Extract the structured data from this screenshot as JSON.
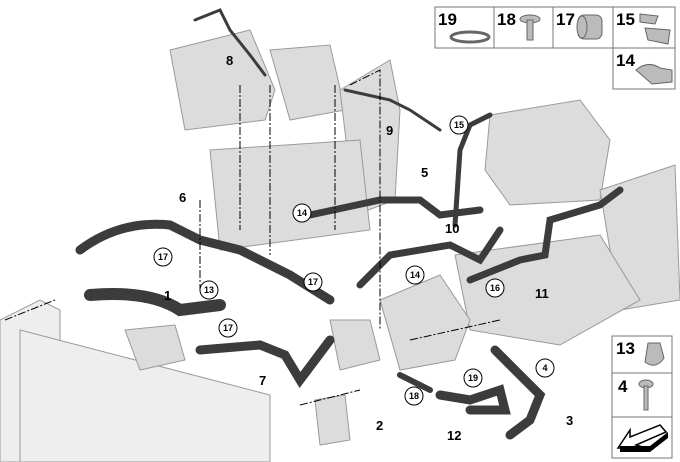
{
  "parts_legend": [
    {
      "number": "19",
      "icon": "hose-clamp-icon"
    },
    {
      "number": "18",
      "icon": "bolt-washer-icon"
    },
    {
      "number": "17",
      "icon": "connector-icon"
    },
    {
      "number": "15",
      "icon": "holder-clip-icon"
    },
    {
      "number": "14",
      "icon": "hose-bracket-icon"
    },
    {
      "number": "13",
      "icon": "clip-icon"
    },
    {
      "number": "4",
      "icon": "screw-icon"
    }
  ],
  "callouts_plain": [
    "8",
    "9",
    "5",
    "6",
    "10",
    "11",
    "1",
    "7",
    "2",
    "12",
    "3"
  ],
  "callouts_circled": [
    "15",
    "14",
    "17",
    "13",
    "17",
    "17",
    "14",
    "16",
    "4",
    "19",
    "18"
  ],
  "colors": {
    "hose": "#3c3c3c",
    "component": "#d9d9d9",
    "outline": "#8a8a8a"
  }
}
